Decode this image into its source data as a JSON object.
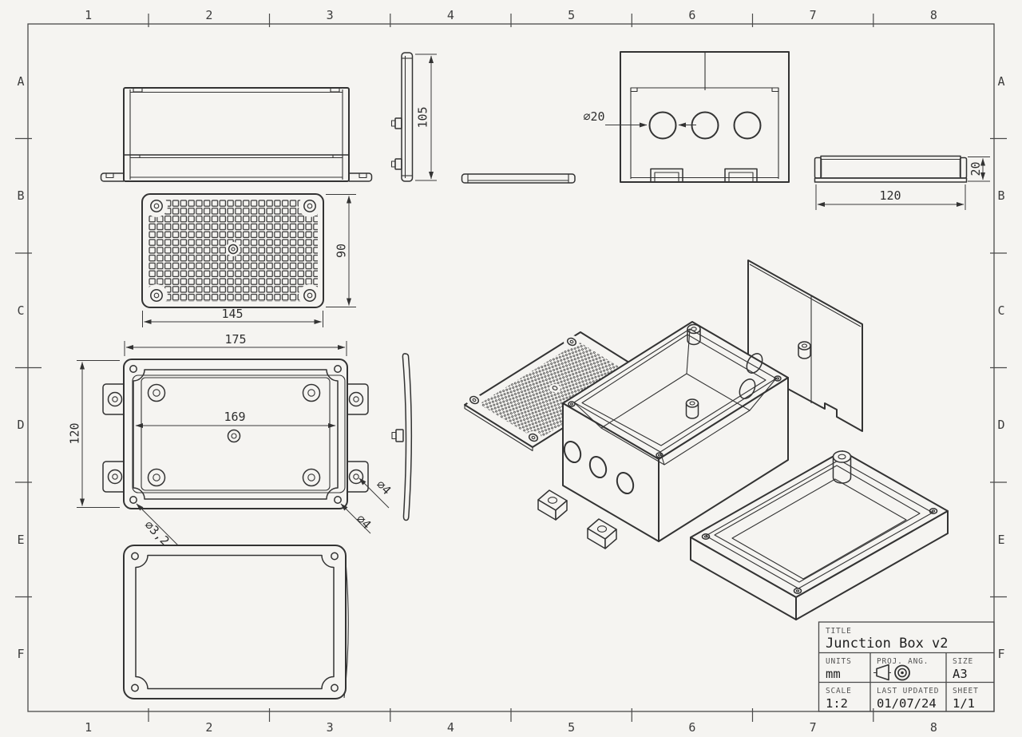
{
  "frame": {
    "columns": [
      "1",
      "2",
      "3",
      "4",
      "5",
      "6",
      "7",
      "8"
    ],
    "rows": [
      "A",
      "B",
      "C",
      "D",
      "E",
      "F"
    ]
  },
  "views": {
    "front": {
      "dim_height": "105"
    },
    "vent_plate": {
      "dim_width": "145",
      "dim_height": "90"
    },
    "end_view": {
      "dim_hole": "∅20"
    },
    "lid_profile": {
      "dim_height": "20",
      "dim_width": "120"
    },
    "top": {
      "dim_width": "175",
      "dim_inner_width": "169",
      "dim_height": "120",
      "dim_corner_hole": "∅3,2",
      "dim_flange_hole": "∅4",
      "dim_corner_hole2": "∅4"
    }
  },
  "title_block": {
    "title_label": "TITLE",
    "title": "Junction Box v2",
    "units_label": "UNITS",
    "units": "mm",
    "projection_label": "PROJ. ANG.",
    "size_label": "SIZE",
    "size": "A3",
    "scale_label": "SCALE",
    "scale": "1:2",
    "updated_label": "LAST UPDATED",
    "updated": "01/07/24",
    "sheet_label": "SHEET",
    "sheet": "1/1"
  },
  "colors": {
    "background": "#f5f4f1",
    "line": "#333333"
  }
}
